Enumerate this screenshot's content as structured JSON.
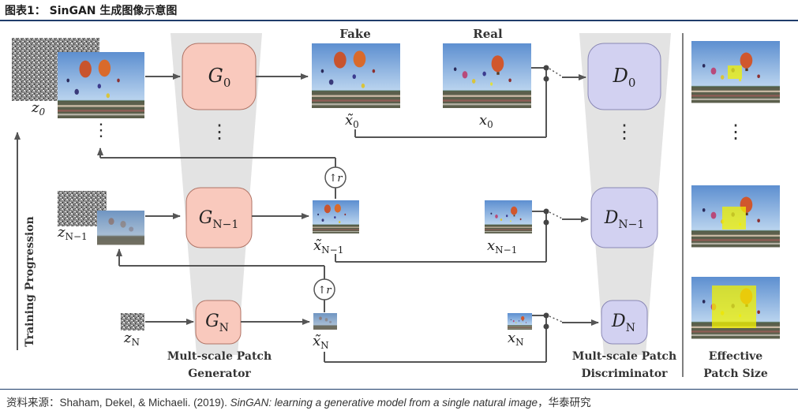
{
  "header": {
    "title": "图表1：  SinGAN 生成图像示意图"
  },
  "figure": {
    "training_progression": "Training Progression",
    "fake_label": "Fake",
    "real_label": "Real",
    "generator_caption": [
      "Mult-scale Patch",
      "Generator"
    ],
    "discriminator_caption": [
      "Mult-scale Patch",
      "Discriminator"
    ],
    "effective_caption": [
      "Effective",
      "Patch Size"
    ],
    "generators": [
      {
        "base": "G",
        "sub": "0"
      },
      {
        "base": "G",
        "sub": "N−1"
      },
      {
        "base": "G",
        "sub": "N"
      }
    ],
    "discriminators": [
      {
        "base": "D",
        "sub": "0"
      },
      {
        "base": "D",
        "sub": "N−1"
      },
      {
        "base": "D",
        "sub": "N"
      }
    ],
    "noise_labels": [
      {
        "base": "z",
        "sub": "0"
      },
      {
        "base": "z",
        "sub": "N−1"
      },
      {
        "base": "z",
        "sub": "N"
      }
    ],
    "fake_labels": [
      {
        "base": "x̃",
        "sub": "0"
      },
      {
        "base": "x̃",
        "sub": "N−1"
      },
      {
        "base": "x̃",
        "sub": "N"
      }
    ],
    "real_labels": [
      {
        "base": "x",
        "sub": "0"
      },
      {
        "base": "x",
        "sub": "N−1"
      },
      {
        "base": "x",
        "sub": "N"
      }
    ],
    "upsample_label": "↑r",
    "ellipsis": "⋮"
  },
  "footer": {
    "prefix": "资料来源：Shaham, Dekel, & Michaeli. (2019). ",
    "title_italic": "SinGAN: learning a generative model from a single natural image",
    "suffix": "，华泰研究"
  },
  "colors": {
    "generator_fill": "#f9c9bd",
    "discriminator_fill": "#d2d1f1",
    "funnel": "#e3e3e3",
    "patch": "#f2f200",
    "arrow": "#555555"
  }
}
